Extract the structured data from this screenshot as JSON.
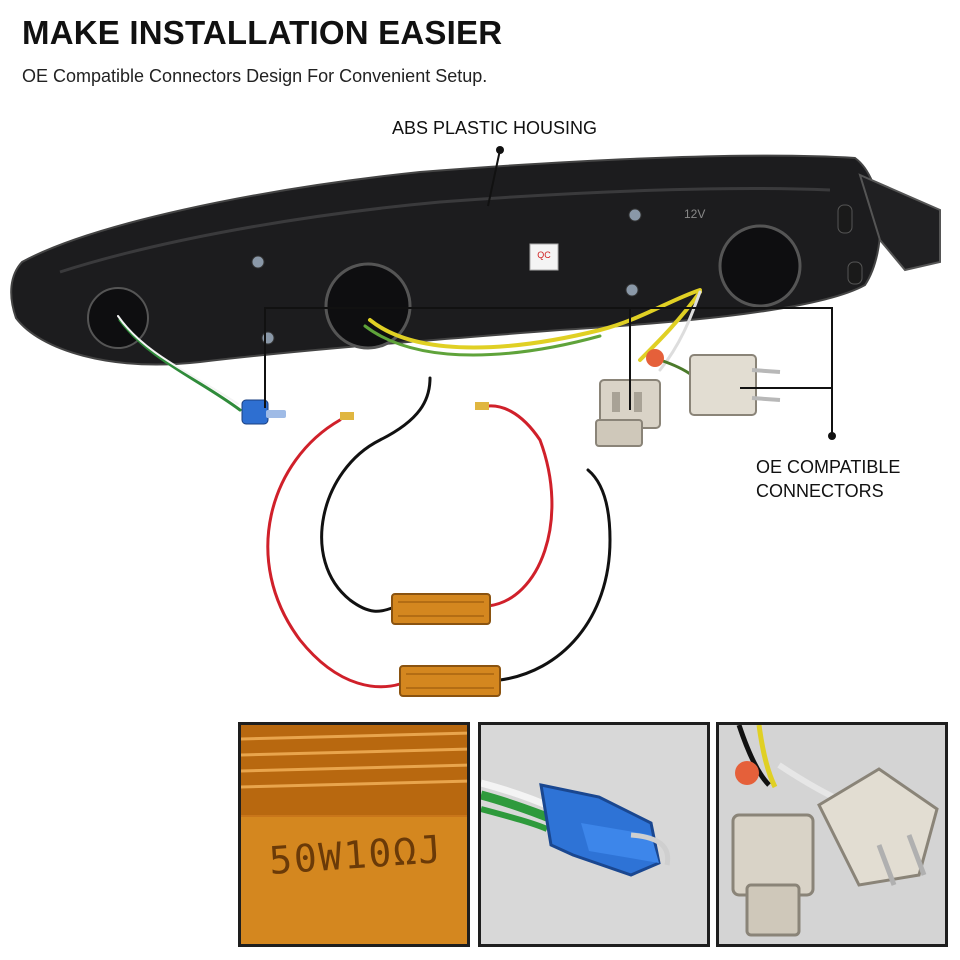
{
  "header": {
    "title": "MAKE INSTALLATION EASIER",
    "subtitle": "OE Compatible Connectors Design For Convenient Setup."
  },
  "callouts": {
    "housing": "ABS PLASTIC HOUSING",
    "connectors_line1": "OE COMPATIBLE",
    "connectors_line2": "CONNECTORS"
  },
  "labels": {
    "qc": "QC",
    "voltage": "12V",
    "resistor_print": "50W10ΩJ"
  },
  "colors": {
    "housing": "#1c1c1e",
    "resistor": "#d4871f",
    "wire_red": "#d0202a",
    "wire_black": "#111111",
    "bulb_blue": "#2e6fd1",
    "connector": "#d9d3c7"
  }
}
